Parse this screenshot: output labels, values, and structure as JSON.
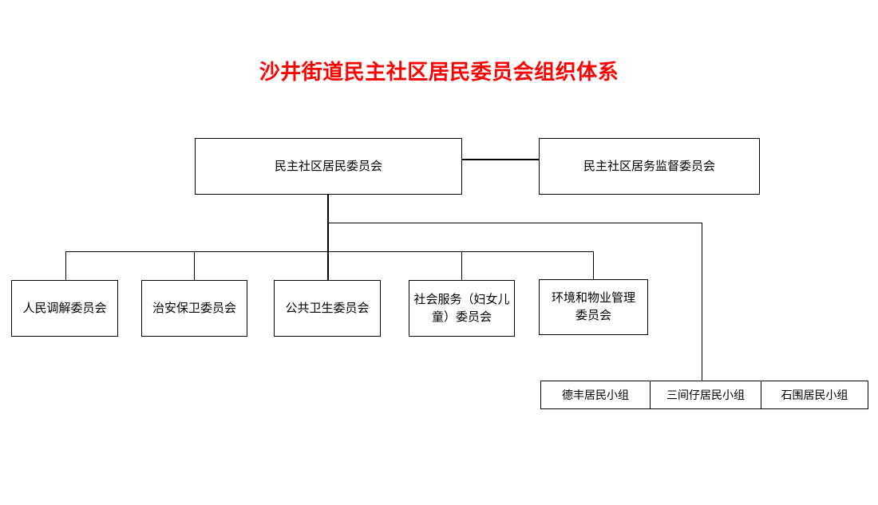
{
  "title": {
    "text": "沙井街道民主社区居民委员会组织体系",
    "color": "#ff0000"
  },
  "org_chart": {
    "type": "org-hierarchy",
    "root": {
      "label": "民主社区居民委员会"
    },
    "supervisory": {
      "label": "民主社区居务监督委员会"
    },
    "committees": [
      {
        "label": "人民调解委员会"
      },
      {
        "label": "治安保卫委员会"
      },
      {
        "label": "公共卫生委员会"
      },
      {
        "label": "社会服务（妇女儿童）委员会"
      },
      {
        "label": "环境和物业管理委员会"
      }
    ],
    "resident_groups": [
      {
        "label": "德丰居民小组"
      },
      {
        "label": "三间仔居民小组"
      },
      {
        "label": "石围居民小组"
      }
    ]
  },
  "colors": {
    "title_red": "#ff0000",
    "line": "#000000",
    "background": "#ffffff"
  }
}
